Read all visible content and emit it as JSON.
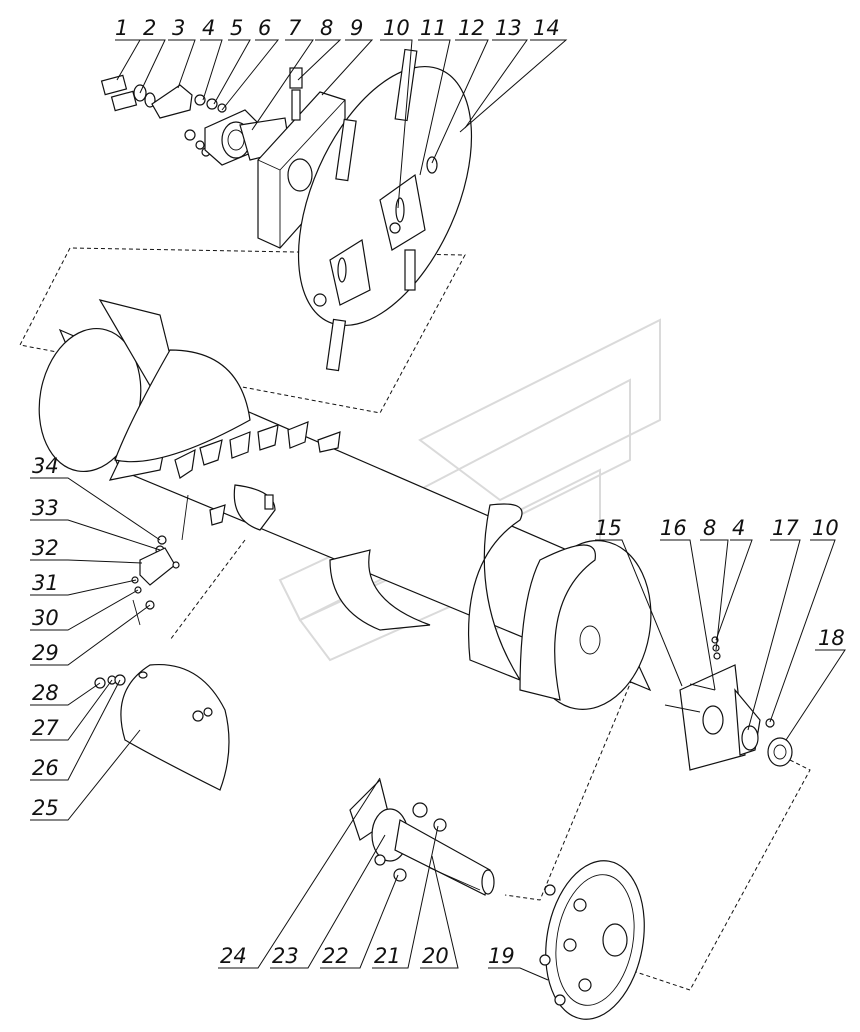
{
  "diagram": {
    "labels": [
      "1",
      "2",
      "3",
      "4",
      "5",
      "6",
      "7",
      "8",
      "9",
      "10",
      "11",
      "12",
      "13",
      "14",
      "15",
      "16",
      "8",
      "4",
      "17",
      "10",
      "18",
      "19",
      "20",
      "21",
      "22",
      "23",
      "24",
      "25",
      "26",
      "27",
      "28",
      "29",
      "30",
      "31",
      "32",
      "33",
      "34"
    ]
  }
}
